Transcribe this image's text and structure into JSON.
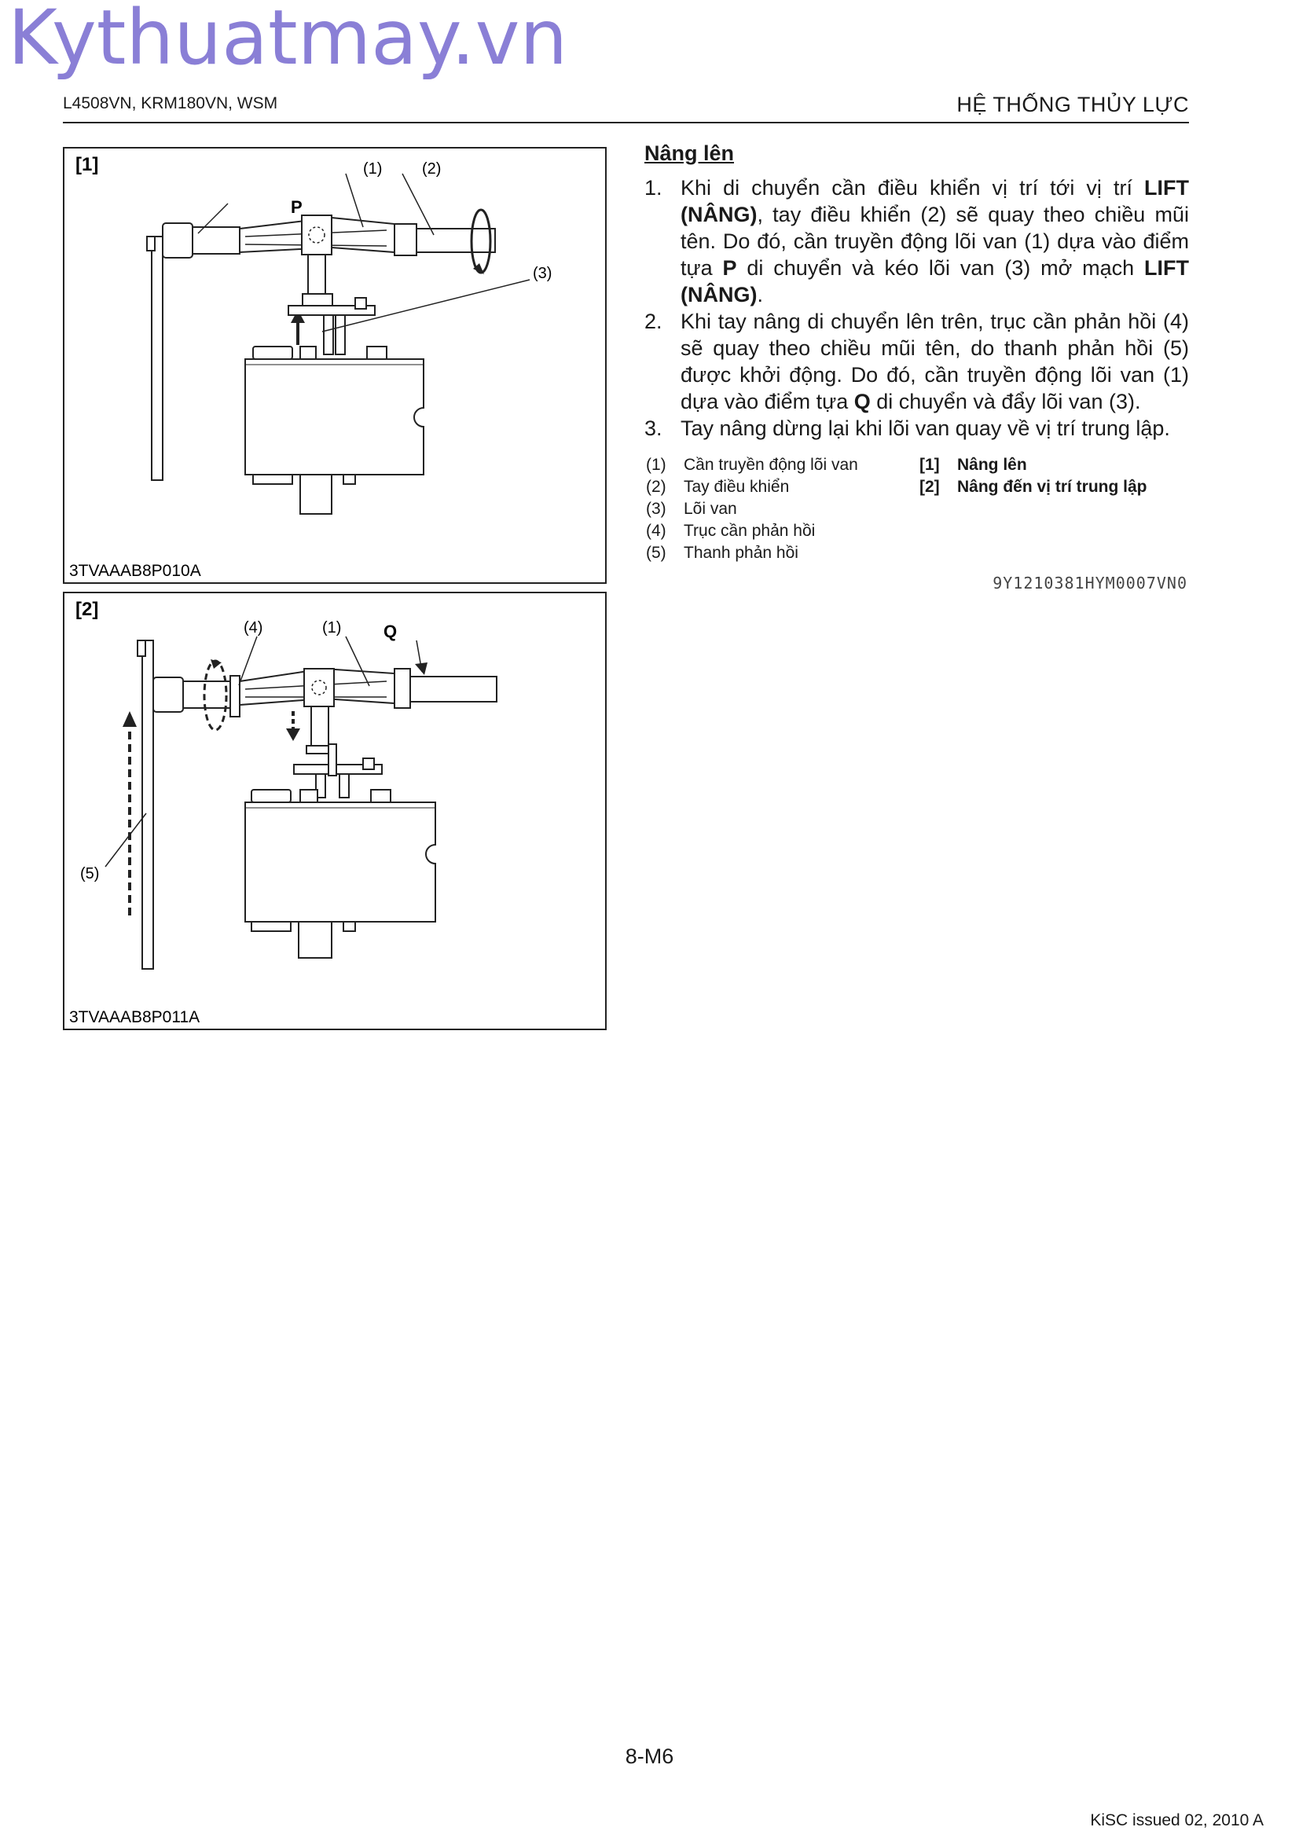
{
  "watermark": "Kythuatmay.vn",
  "header": {
    "models": "L4508VN, KRM180VN, WSM",
    "section": "HỆ THỐNG THỦY LỰC"
  },
  "figures": [
    {
      "label": "[1]",
      "code": "3TVAAAB8P010A",
      "callouts": [
        "(1)",
        "(2)",
        "(3)",
        "P"
      ]
    },
    {
      "label": "[2]",
      "code": "3TVAAAB8P011A",
      "callouts": [
        "(4)",
        "(1)",
        "Q",
        "(5)"
      ]
    }
  ],
  "section_title": "Nâng lên",
  "steps": [
    {
      "num": "1.",
      "parts": [
        "Khi di chuyển cần điều khiển vị trí tới vị trí ",
        "LIFT (NÂNG)",
        ", tay điều khiển (2) sẽ quay theo chiều mũi tên. Do đó, cần truyền động lõi van (1) dựa vào điểm tựa ",
        "P",
        " di chuyển và kéo lõi van (3) mở mạch ",
        "LIFT (NÂNG)",
        "."
      ]
    },
    {
      "num": "2.",
      "parts": [
        "Khi tay nâng di chuyển lên trên, trục cần phản hồi (4) sẽ quay theo chiều mũi tên, do thanh phản hồi (5) được khởi động. Do đó, cần truyền động lõi van (1) dựa vào điểm tựa ",
        "Q",
        " di chuyển và đẩy lõi van (3)."
      ]
    },
    {
      "num": "3.",
      "parts": [
        "Tay nâng dừng lại khi lõi van quay về vị trí trung lập."
      ]
    }
  ],
  "legend_parts": [
    {
      "key": "(1)",
      "label": "Cần truyền động lõi van"
    },
    {
      "key": "(2)",
      "label": "Tay điều khiển"
    },
    {
      "key": "(3)",
      "label": "Lõi van"
    },
    {
      "key": "(4)",
      "label": "Trục cần phản hồi"
    },
    {
      "key": "(5)",
      "label": "Thanh phản hồi"
    }
  ],
  "legend_figures": [
    {
      "key": "[1]",
      "label": "Nâng lên"
    },
    {
      "key": "[2]",
      "label": "Nâng đến vị trí trung lập"
    }
  ],
  "doc_code": "9Y1210381HYM0007VN0",
  "page_number": "8-M6",
  "issued": "KiSC issued 02, 2010 A"
}
